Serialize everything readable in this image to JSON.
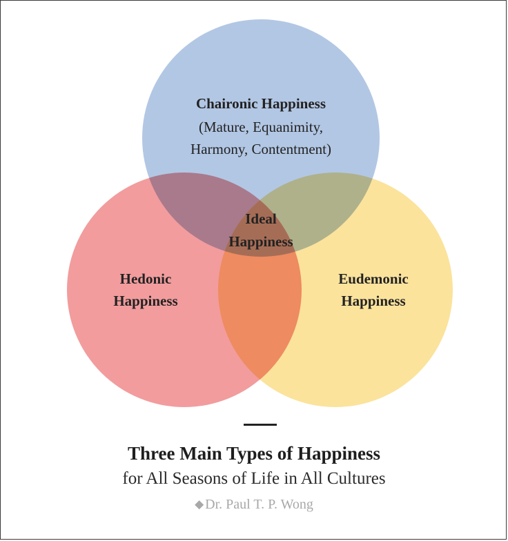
{
  "diagram": {
    "circles": {
      "chaironic": {
        "title": "Chaironic Happiness",
        "detail_lines": [
          "(Mature, Equanimity,",
          "Harmony, Contentment)"
        ],
        "color": "#b2c7e4"
      },
      "hedonic": {
        "lines": [
          "Hedonic",
          "Happiness"
        ],
        "color": "#f29c9d"
      },
      "eudemonic": {
        "lines": [
          "Eudemonic",
          "Happiness"
        ],
        "color": "#fbe39c"
      }
    },
    "center": {
      "lines": [
        "Ideal",
        "Happiness"
      ]
    }
  },
  "footer": {
    "title": "Three Main Types of Happiness",
    "subtitle": "for All Seasons of Life in All Cultures",
    "author": "Dr. Paul T. P. Wong",
    "author_icon": "diamond-icon"
  }
}
